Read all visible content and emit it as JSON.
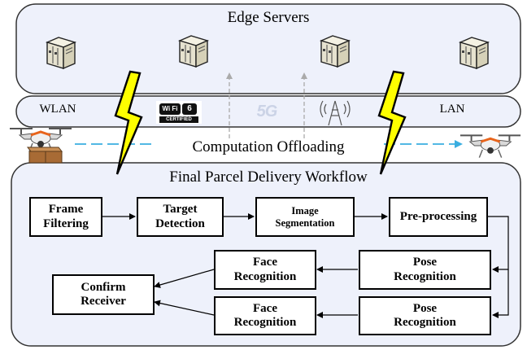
{
  "colors": {
    "panel_fill": "#eef1fb",
    "panel_border": "#333333",
    "bolt": "#ffff00",
    "offload_arrow": "#3aaee0",
    "up_arrow": "#aaaaaa",
    "server_tint": "#e6e2cf"
  },
  "edge": {
    "title": "Edge Servers",
    "server_count": 4
  },
  "network": {
    "left_label": "WLAN",
    "right_label": "LAN",
    "wifi_text": "Wi Fi",
    "wifi_version": "6",
    "wifi_certified": "CERTIFIED",
    "fiveg_text": "5G"
  },
  "offload": {
    "label": "Computation Offloading"
  },
  "workflow": {
    "title": "Final Parcel Delivery Workflow",
    "steps": {
      "frame_filtering": "Frame\nFiltering",
      "target_detection": "Target\nDetection",
      "image_segmentation": "Image\nSegmentation",
      "pre_processing": "Pre-processing",
      "face_recognition_1": "Face\nRecognition",
      "pose_recognition_1": "Pose\nRecognition",
      "confirm_receiver": "Confirm\nReceiver",
      "face_recognition_2": "Face\nRecognition",
      "pose_recognition_2": "Pose\nRecognition"
    }
  },
  "icons": {
    "server": "server-tower-icon",
    "bolt": "lightning-bolt-icon",
    "wifi": "wifi6-certified-logo",
    "fiveg": "5g-logo",
    "tower": "cell-tower-icon",
    "drone": "drone-icon",
    "parcel": "parcel-box-icon"
  }
}
